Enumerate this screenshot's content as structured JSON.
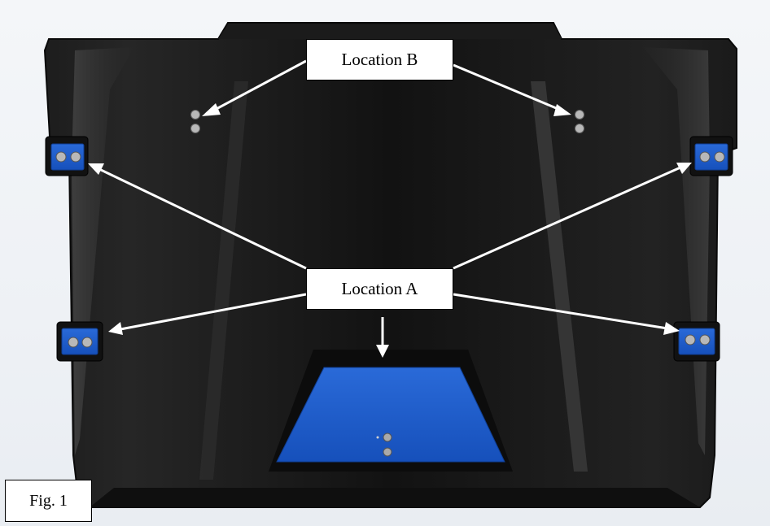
{
  "figure": {
    "caption": "Fig. 1"
  },
  "callouts": {
    "location_a": "Location A",
    "location_b": "Location B"
  },
  "colors": {
    "part_body": "#141414",
    "panel_highlight": "#3a3a3a",
    "blue_pad": "#1f5fd0",
    "fastener": "#b5b5b5",
    "arrow": "#ffffff",
    "background": "#eef1f5"
  },
  "markers": {
    "location_a_count": 5,
    "location_b_count": 2
  }
}
